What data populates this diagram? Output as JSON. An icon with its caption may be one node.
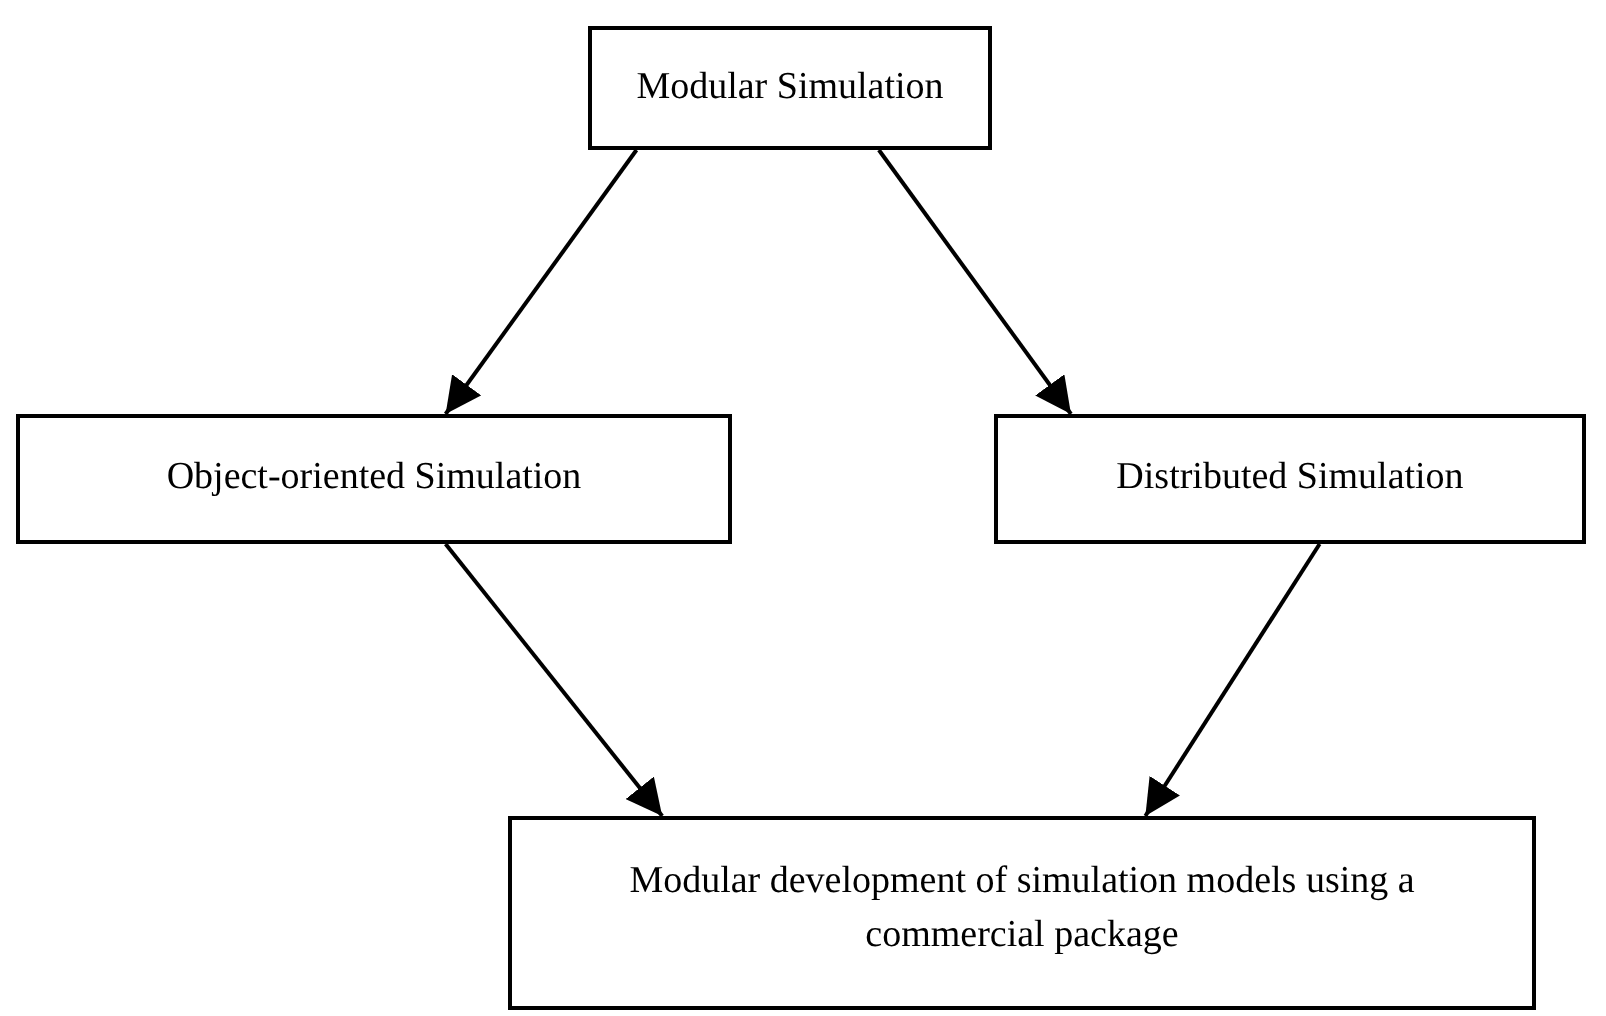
{
  "diagram": {
    "nodes": [
      {
        "text": [
          "Modular Simulation"
        ]
      },
      {
        "text": [
          "Object-oriented Simulation"
        ]
      },
      {
        "text": [
          "Distributed Simulation"
        ]
      },
      {
        "text": [
          "Modular development of simulation models using a commercial package"
        ]
      }
    ],
    "edges": [
      {
        "from": 0,
        "to": 1,
        "arrow": "to"
      },
      {
        "from": 0,
        "to": 2,
        "arrow": "to"
      },
      {
        "from": 1,
        "to": 3,
        "arrow": "to"
      },
      {
        "from": 2,
        "to": 3,
        "arrow": "to"
      }
    ]
  }
}
